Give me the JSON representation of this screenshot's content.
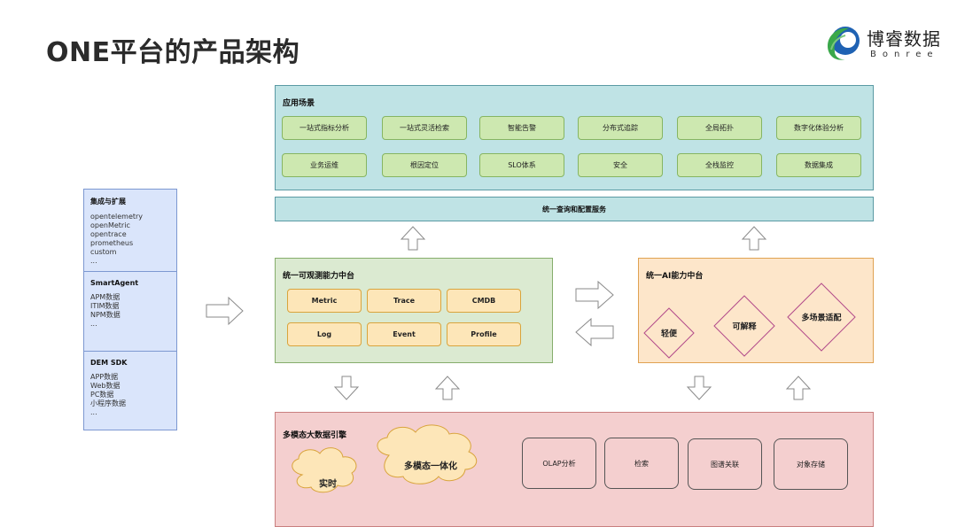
{
  "title": "ONE平台的产品架构",
  "logo": {
    "name_cn": "博睿数据",
    "name_en": "Bonree"
  },
  "integrations": [
    {
      "title": "集成与扩展",
      "items": [
        "opentelemetry",
        "openMetric",
        "opentrace",
        "prometheus",
        "custom",
        "..."
      ]
    },
    {
      "title": "SmartAgent",
      "items": [
        "APM数据",
        "ITIM数据",
        "NPM数据",
        "..."
      ]
    },
    {
      "title": "DEM SDK",
      "items": [
        "APP数据",
        "Web数据",
        "PC数据",
        "小程序数据",
        "..."
      ]
    }
  ],
  "application_scenarios": {
    "title": "应用场景",
    "items": [
      "一站式指标分析",
      "一站式灵活检索",
      "智能告警",
      "分布式追踪",
      "全局拓扑",
      "数字化体验分析",
      "业务运维",
      "根因定位",
      "SLO体系",
      "安全",
      "全栈监控",
      "数据集成"
    ]
  },
  "query_service": "统一查询和配置服务",
  "observability_platform": {
    "title": "统一可观测能力中台",
    "items": [
      "Metric",
      "Trace",
      "CMDB",
      "Log",
      "Event",
      "Profile"
    ]
  },
  "ai_platform": {
    "title": "统一AI能力中台",
    "items": [
      "轻便",
      "可解释",
      "多场景适配"
    ]
  },
  "data_engine": {
    "title": "多模态大数据引擎",
    "clouds": [
      "实时",
      "多模态一体化"
    ],
    "items": [
      "OLAP分析",
      "检索",
      "图谱关联",
      "对象存储"
    ]
  },
  "colors": {
    "teal_fill": "#bfe3e5",
    "green_fill": "#dbead1",
    "green_button": "#cde8b0",
    "yellow_button": "#fde6b8",
    "orange_fill": "#fde6ca",
    "pink_fill": "#f4cfcf",
    "blue_fill": "#dae5fb",
    "logo_green": "#3aa84a",
    "logo_blue": "#1f62b3"
  }
}
